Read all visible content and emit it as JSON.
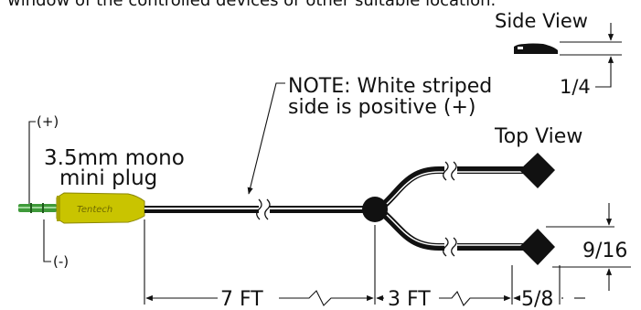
{
  "caption_fragment": "window of the controlled devices or other suitable location.",
  "note": {
    "line1": "NOTE: White striped",
    "line2": "side is positive (+)"
  },
  "plug": {
    "line1": "3.5mm mono",
    "line2": "mini plug",
    "brand": "Tentech",
    "positive_label": "(+)",
    "negative_label": "(-)",
    "colors": {
      "tip": "#3f9a3a",
      "body": "#c9c400"
    }
  },
  "views": {
    "side": "Side View",
    "top": "Top View"
  },
  "dimensions": {
    "side_height": "1/4",
    "sensor_width": "9/16",
    "sensor_length": "5/8",
    "main_cable": "7 FT",
    "branch_cable": "3 FT"
  },
  "colors": {
    "cable": "#111111",
    "cable_stripe": "#ffffff",
    "ink": "#111111"
  }
}
